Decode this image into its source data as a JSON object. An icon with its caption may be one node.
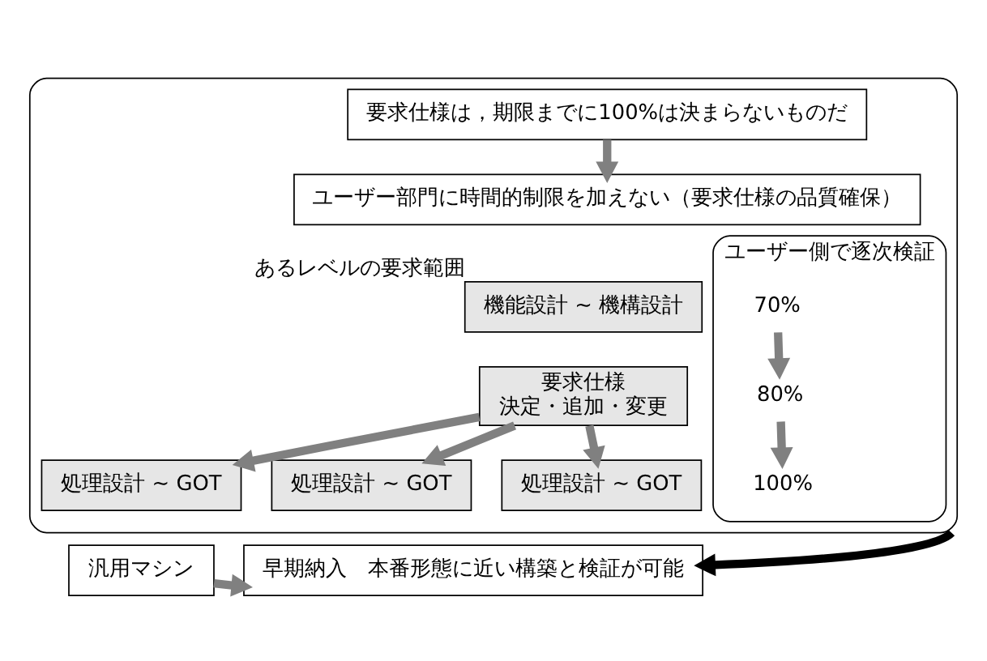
{
  "diagram": {
    "nodes": [
      {
        "text": [],
        "shape": "box"
      },
      {
        "text": [
          "要求仕様は，期限までに100%は決まらないものだ"
        ],
        "in": 0
      },
      {
        "text": [
          "ユーザー部門に時間的制限を加えない（要求仕様の品質確保）"
        ],
        "in": 0
      },
      {
        "text": [
          "機能設計 ~ 機構設計"
        ],
        "beside": [
          "あるレベルの要求範囲"
        ],
        "in": 0
      },
      {
        "text": [
          "ユーザー側で逐次検証"
        ],
        "in": 0
      },
      {
        "text": [
          "70%"
        ],
        "in": 4
      },
      {
        "text": [
          "80%"
        ],
        "in": 4
      },
      {
        "text": [
          "100%"
        ],
        "in": 4
      },
      {
        "text": [
          "処理設計 ~ GOT"
        ],
        "in": 0
      },
      {
        "text": [
          "処理設計 ~ GOT"
        ],
        "in": 0
      },
      {
        "text": [
          "処理設計 ~ GOT"
        ],
        "in": 0
      },
      {
        "text": [
          "要求仕様",
          "決定・追加・変更"
        ],
        "in": 0
      },
      {
        "text": [
          "汎用マシン"
        ]
      },
      {
        "text": [
          "早期納入　本番形態に近い構築と検証が可能"
        ]
      }
    ],
    "edges": [
      {
        "from": 1,
        "to": 2,
        "arrow": "to"
      },
      {
        "from": 5,
        "to": 6,
        "arrow": "to"
      },
      {
        "from": 6,
        "to": 7,
        "arrow": "to"
      },
      {
        "from": 11,
        "to": 8,
        "arrow": "to"
      },
      {
        "from": 11,
        "to": 9,
        "arrow": "to"
      },
      {
        "from": 11,
        "to": 10,
        "arrow": "to"
      },
      {
        "from": 0,
        "to": 13,
        "arrow": "to",
        "color": "#000000"
      },
      {
        "from": 12,
        "to": 13,
        "arrow": "to"
      }
    ]
  }
}
